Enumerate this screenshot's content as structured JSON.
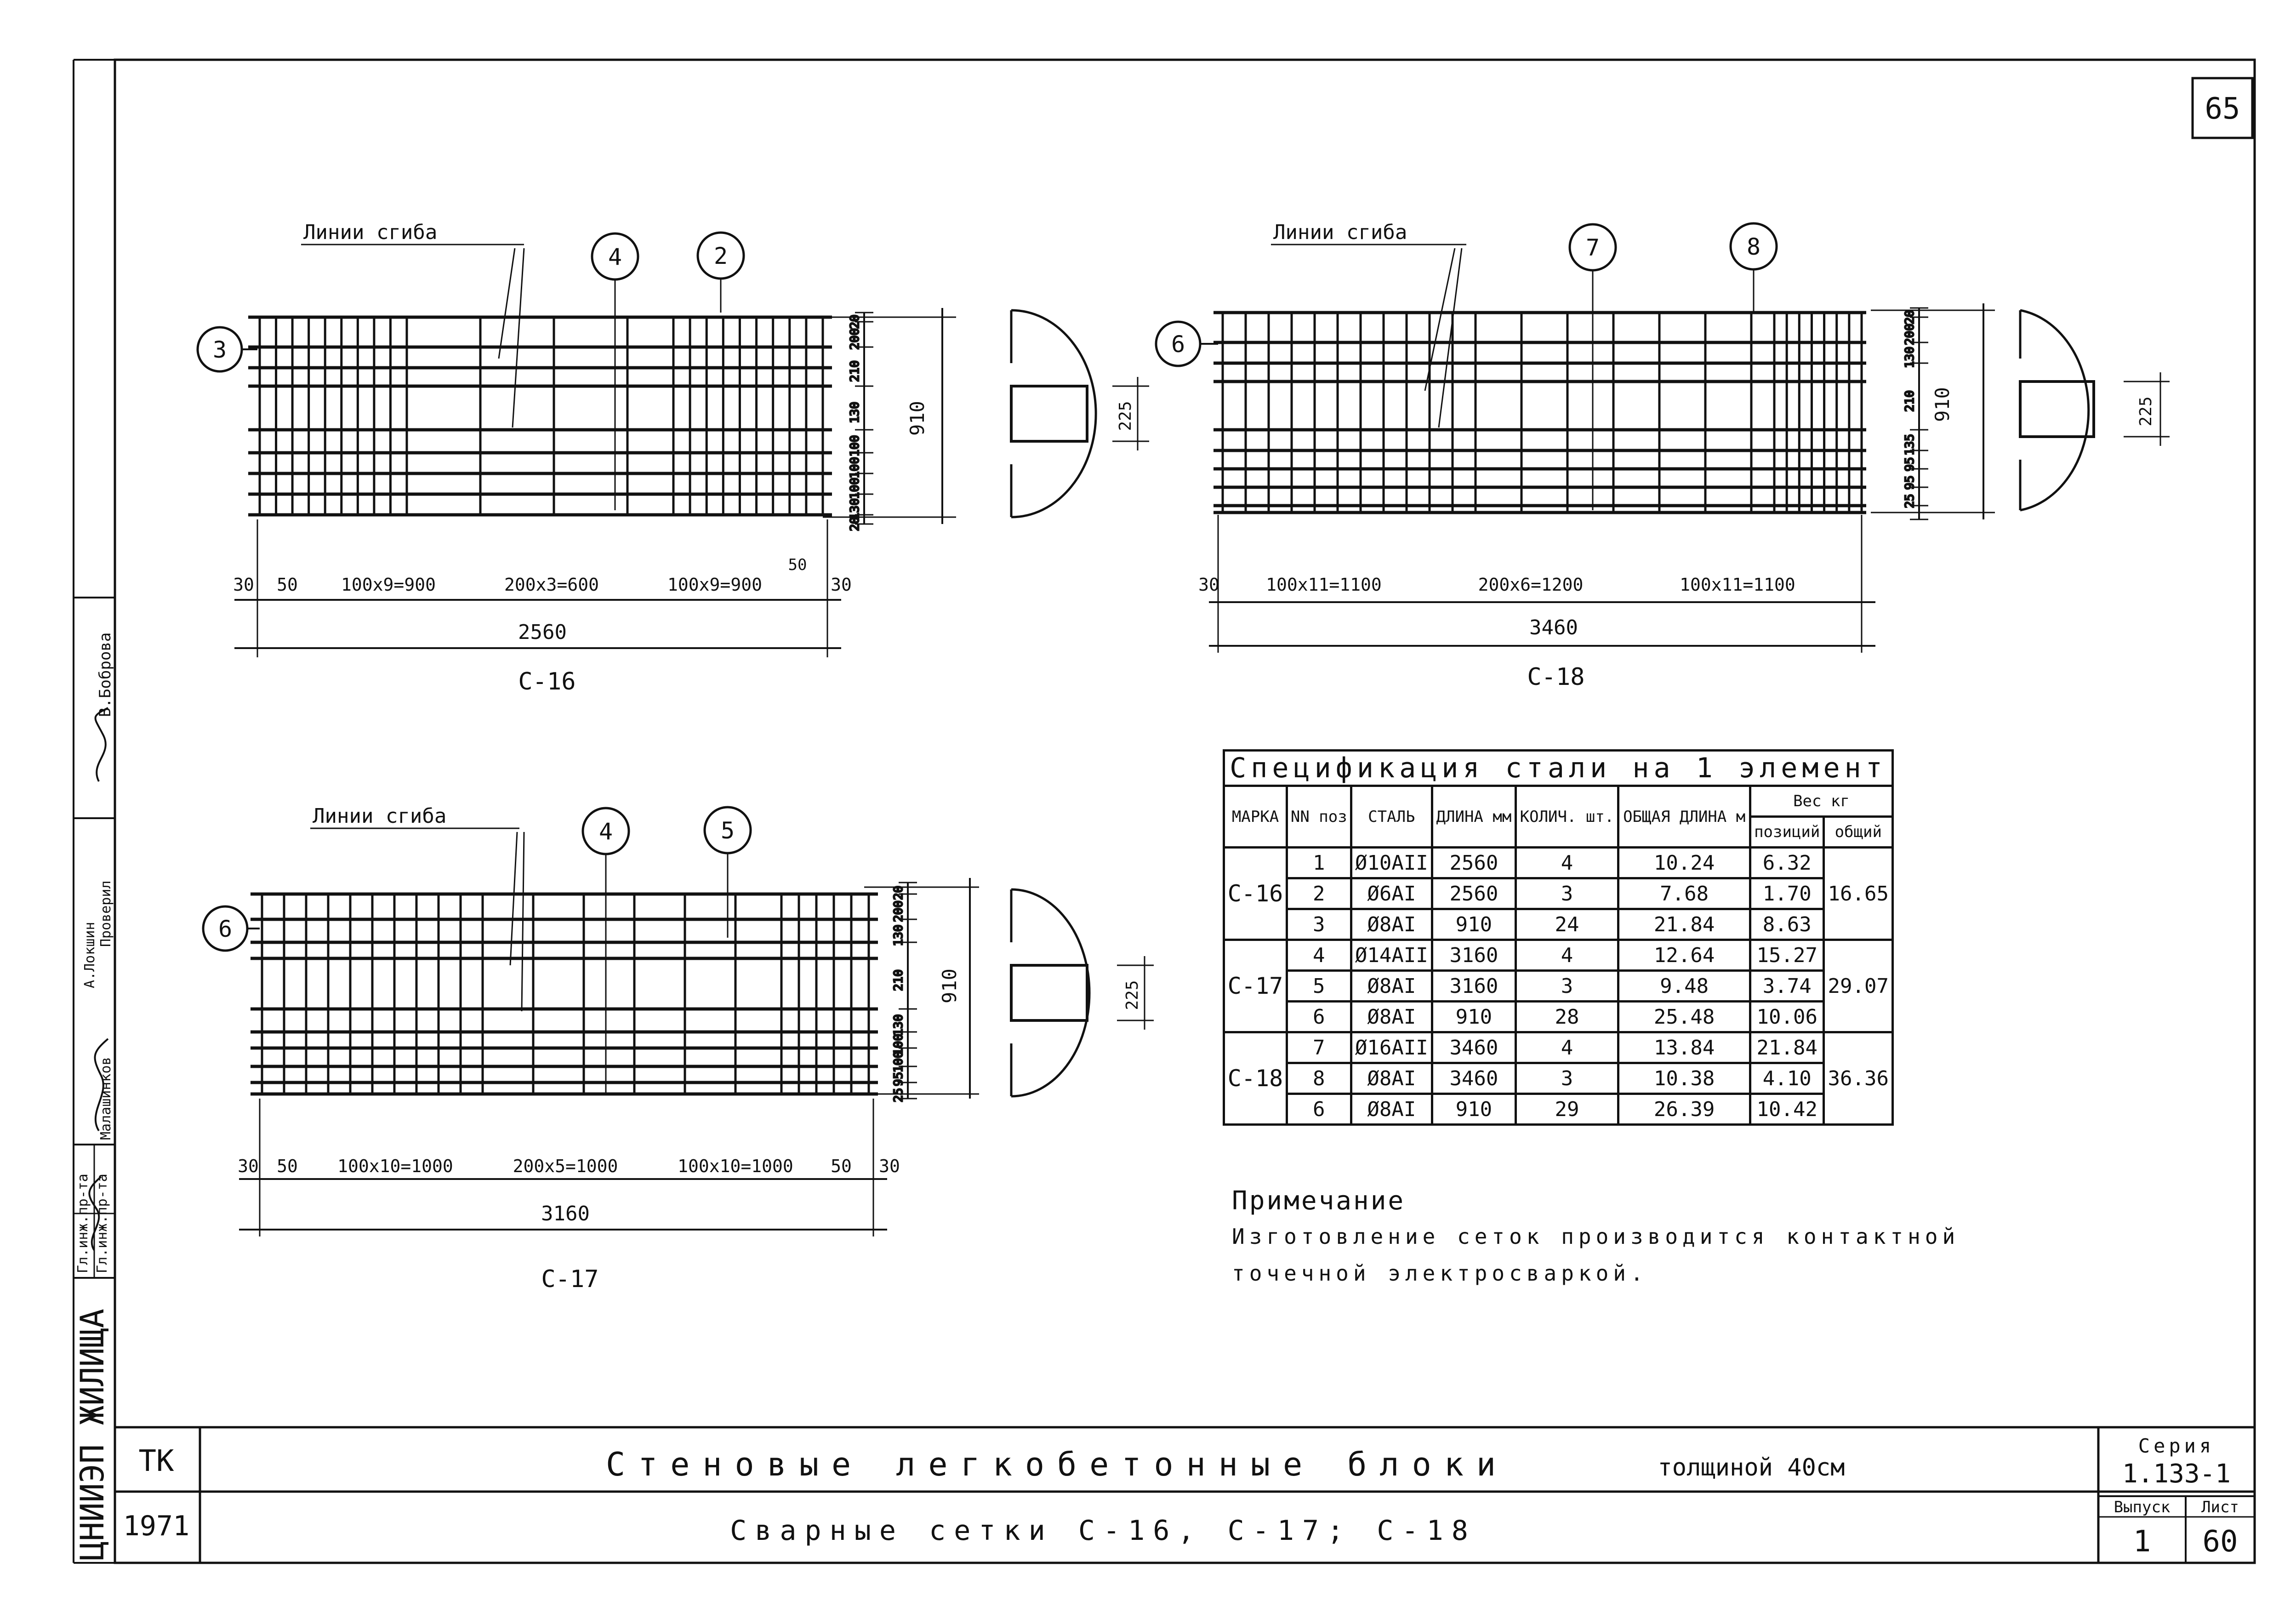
{
  "sheet_number": "65",
  "drawings": [
    {
      "mark": "C-16",
      "bend_label": "Линии сгиба",
      "pos_left": "3",
      "pos_top": [
        "4",
        "2"
      ],
      "height_total": "910",
      "side_dims": [
        "20",
        "200",
        "210",
        "130",
        "100",
        "100",
        "100",
        "130",
        "20"
      ],
      "section_dim": "225",
      "bottom_dims": [
        "30",
        "50",
        "100x9=900",
        "200x3=600",
        "100x9=900",
        "50",
        "30"
      ],
      "total": "2560"
    },
    {
      "mark": "C-17",
      "bend_label": "Линии сгиба",
      "pos_left": "6",
      "pos_top": [
        "4",
        "5"
      ],
      "height_total": "910",
      "side_dims": [
        "20",
        "200",
        "130",
        "210",
        "130",
        "100",
        "100",
        "95",
        "25"
      ],
      "section_dim": "225",
      "bottom_dims": [
        "30",
        "50",
        "100x10=1000",
        "200x5=1000",
        "100x10=1000",
        "50",
        "30"
      ],
      "total": "3160"
    },
    {
      "mark": "C-18",
      "bend_label": "Линии сгиба",
      "pos_left": "6",
      "pos_top": [
        "7",
        "8"
      ],
      "height_total": "910",
      "side_dims": [
        "20",
        "200",
        "130",
        "210",
        "135",
        "95",
        "95",
        "25"
      ],
      "section_dim": "225",
      "bottom_dims": [
        "30",
        "100x11=1100",
        "200x6=1200",
        "100x11=1100"
      ],
      "total": "3460"
    }
  ],
  "spec_table": {
    "caption": "Спецификация стали на 1 элемент",
    "headers": {
      "mark": "МАРКА",
      "pos": "NN поз",
      "steel": "СТАЛЬ",
      "length": "ДЛИНА мм",
      "count": "КОЛИЧ. шт.",
      "total_length": "ОБЩАЯ ДЛИНА м",
      "weight": "Вес кг",
      "weight_pos": "позиций",
      "weight_total": "общий"
    },
    "groups": [
      {
        "mark": "С-16",
        "total": "16.65",
        "rows": [
          {
            "pos": "1",
            "steel": "Ø10AII",
            "length": "2560",
            "count": "4",
            "tlen": "10.24",
            "w": "6.32"
          },
          {
            "pos": "2",
            "steel": "Ø6AI",
            "length": "2560",
            "count": "3",
            "tlen": "7.68",
            "w": "1.70"
          },
          {
            "pos": "3",
            "steel": "Ø8AI",
            "length": "910",
            "count": "24",
            "tlen": "21.84",
            "w": "8.63"
          }
        ]
      },
      {
        "mark": "С-17",
        "total": "29.07",
        "rows": [
          {
            "pos": "4",
            "steel": "Ø14AII",
            "length": "3160",
            "count": "4",
            "tlen": "12.64",
            "w": "15.27"
          },
          {
            "pos": "5",
            "steel": "Ø8AI",
            "length": "3160",
            "count": "3",
            "tlen": "9.48",
            "w": "3.74"
          },
          {
            "pos": "6",
            "steel": "Ø8AI",
            "length": "910",
            "count": "28",
            "tlen": "25.48",
            "w": "10.06"
          }
        ]
      },
      {
        "mark": "С-18",
        "total": "36.36",
        "rows": [
          {
            "pos": "7",
            "steel": "Ø16AII",
            "length": "3460",
            "count": "4",
            "tlen": "13.84",
            "w": "21.84"
          },
          {
            "pos": "8",
            "steel": "Ø8AI",
            "length": "3460",
            "count": "3",
            "tlen": "10.38",
            "w": "4.10"
          },
          {
            "pos": "6",
            "steel": "Ø8AI",
            "length": "910",
            "count": "29",
            "tlen": "26.39",
            "w": "10.42"
          }
        ]
      }
    ]
  },
  "note": {
    "title": "Примечание",
    "text": "Изготовление сеток производится контактной точечной электросваркой."
  },
  "title_block": {
    "org": "ТК",
    "year": "1971",
    "title": "Стеновые легкобетонные блоки",
    "title_suffix": "толщиной 40см",
    "subtitle": "Сварные сетки С-16, С-17; С-18",
    "series_label": "Серия",
    "series": "1.133-1",
    "issue_label": "Выпуск",
    "issue": "1",
    "sheet_label": "Лист",
    "sheet": "60"
  },
  "side_stamp": {
    "org": "ЦНИИЭП ЖИЛИЩА",
    "roles": [
      "Гл.инж.пр-та",
      "Гл.инж.пр-та",
      "Проверил"
    ],
    "names": [
      "А.Локшин",
      "Малашинков",
      "В.Боброва"
    ]
  }
}
